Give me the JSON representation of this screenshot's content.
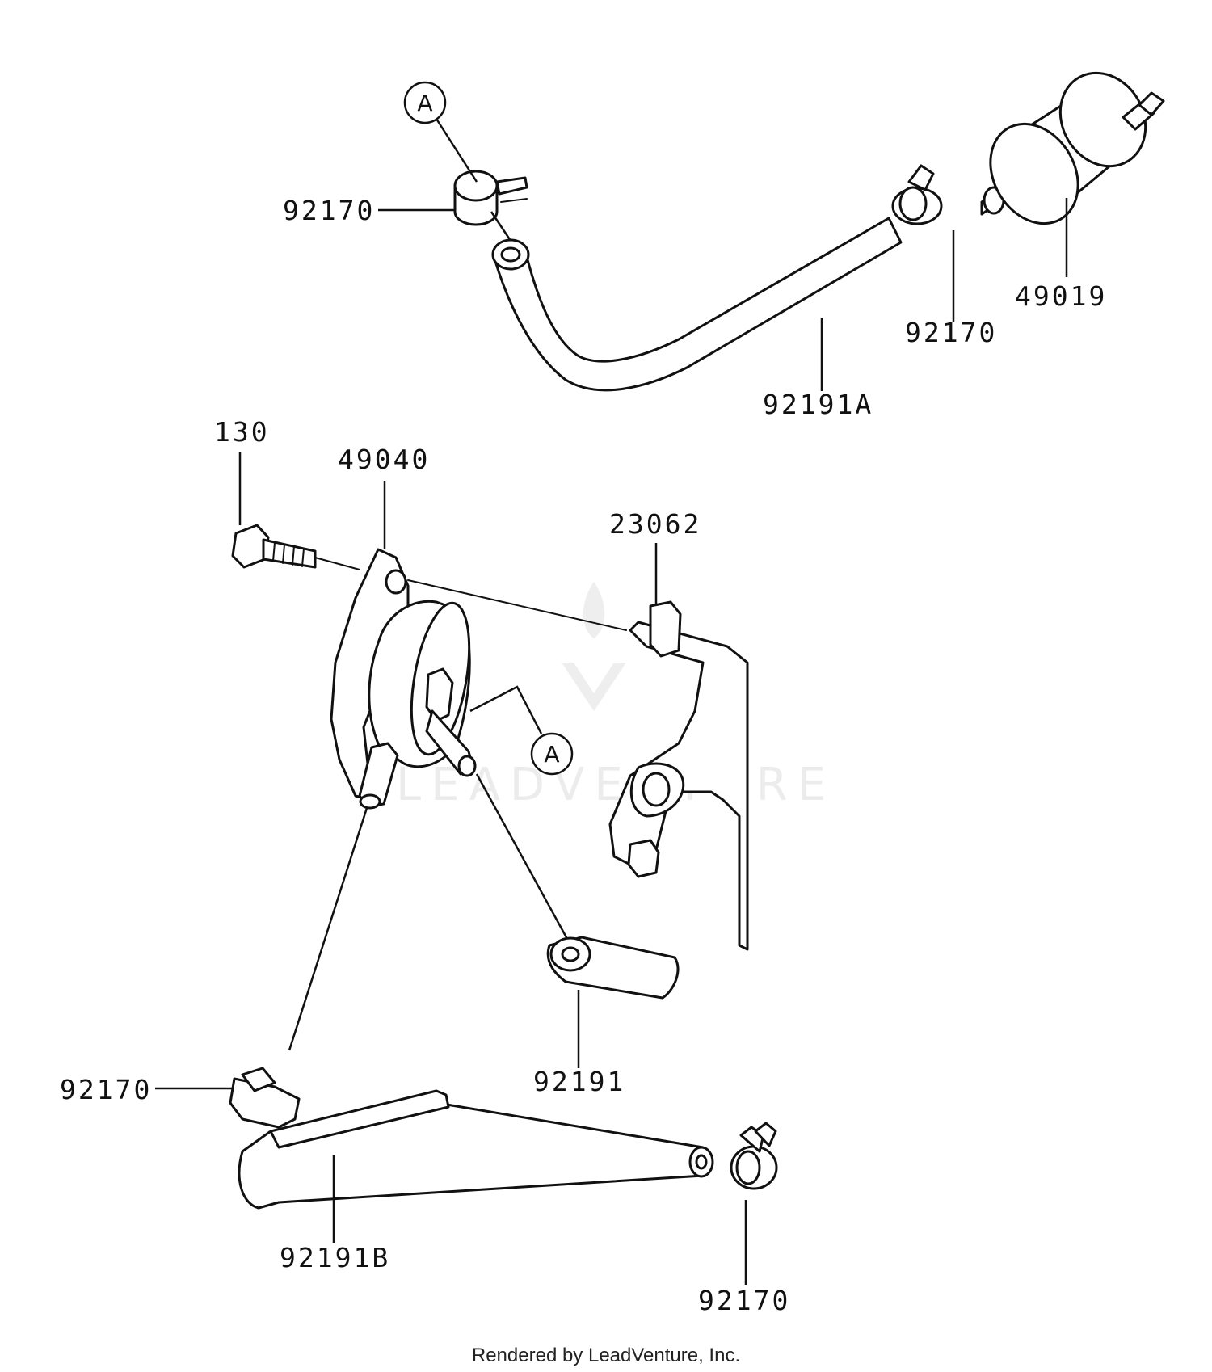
{
  "labels": {
    "hose_top_clamp_left": "92170",
    "hose_top_clamp_right": "92170",
    "fuel_filter": "49019",
    "hose_top": "92191A",
    "bolt": "130",
    "fuel_pump": "49040",
    "bracket_nut": "23062",
    "hose_short": "92191",
    "hose_bottom_clamp_left": "92170",
    "hose_bottom": "92191B",
    "hose_bottom_clamp_right": "92170"
  },
  "callouts": {
    "top": "A",
    "middle": "A"
  },
  "watermark": "LEADVENTURE",
  "footer": "Rendered by LeadVenture, Inc."
}
